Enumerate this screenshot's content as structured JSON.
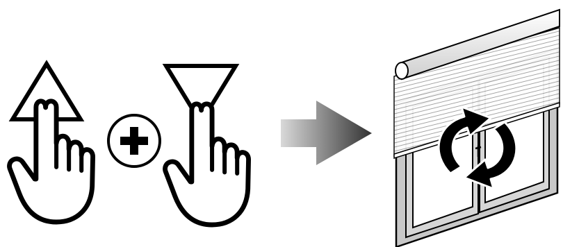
{
  "diagram": {
    "steps": [
      {
        "gesture": "press-up",
        "icon": "up-triangle-icon"
      },
      {
        "operator": "plus",
        "icon": "plus-circle-icon"
      },
      {
        "gesture": "press-down",
        "icon": "down-triangle-icon"
      },
      {
        "operator": "results-in",
        "icon": "right-arrow-icon"
      },
      {
        "result": "blind-reset",
        "icon": "refresh-cycle-icon"
      }
    ],
    "colors": {
      "stroke": "#000000",
      "frame": "#c8c8c8",
      "frame_inner": "#e2e2e2",
      "slats": "#ffffff",
      "arrow_dark": "#3a3a3a",
      "arrow_light": "#d8d8d8"
    }
  }
}
